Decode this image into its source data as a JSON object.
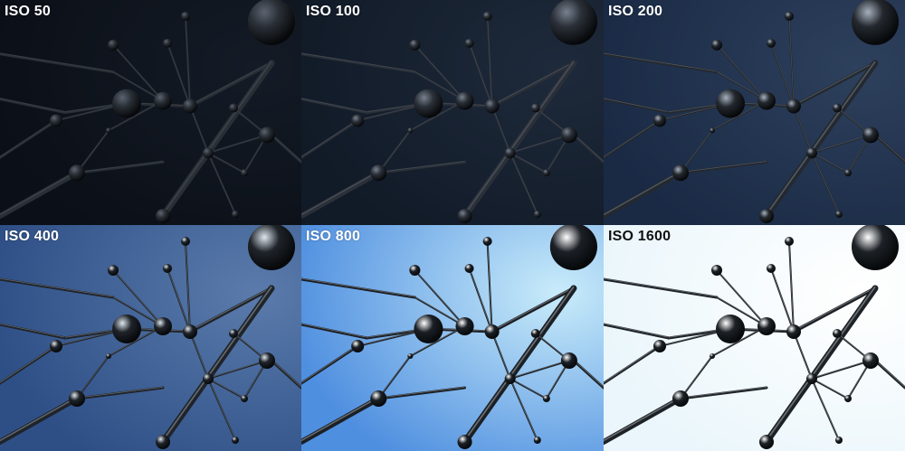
{
  "panels": [
    {
      "label": "ISO 50",
      "bg_from": "#0b0f17",
      "bg_to": "#141b26",
      "rod": "#2a2f36",
      "highlight": "#5b6470",
      "label_dark": false
    },
    {
      "label": "ISO 100",
      "bg_from": "#111a27",
      "bg_to": "#1e2a3b",
      "rod": "#2b3038",
      "highlight": "#77818e",
      "label_dark": false
    },
    {
      "label": "ISO 200",
      "bg_from": "#1a2a45",
      "bg_to": "#2d405c",
      "rod": "#24292f",
      "highlight": "#a6b0bd",
      "label_dark": false
    },
    {
      "label": "ISO 400",
      "bg_from": "#2e4f86",
      "bg_to": "#5a7bab",
      "rod": "#1f242a",
      "highlight": "#dfe6ee",
      "label_dark": false
    },
    {
      "label": "ISO 800",
      "bg_from": "#4f8fe0",
      "bg_to": "#c9ecfa",
      "rod": "#1b2026",
      "highlight": "#ffffff",
      "label_dark": false
    },
    {
      "label": "ISO 1600",
      "bg_from": "#eaf6fb",
      "bg_to": "#ffffff",
      "rod": "#1d2227",
      "highlight": "#ffffff",
      "label_dark": true
    }
  ]
}
